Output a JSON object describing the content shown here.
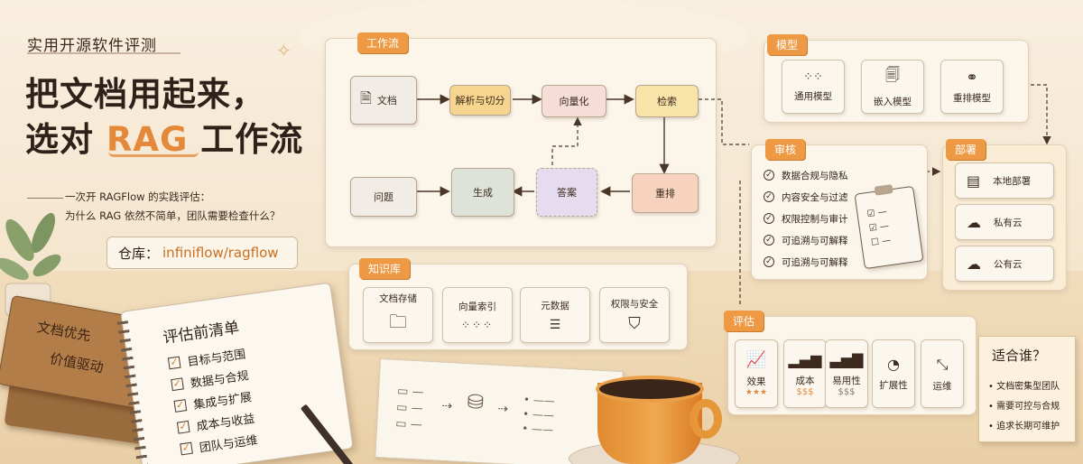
{
  "header": {
    "tag": "实用开源软件评测",
    "title_line1": "把文档用起来，",
    "title_line2_pre": "选对 ",
    "title_line2_accent": "RAG",
    "title_line2_post": " 工作流",
    "subtitle1": "一次开 RAGFlow 的实践评估：",
    "subtitle2": "为什么 RAG 依然不简单，团队需要检查什么？",
    "repo_label": "仓库：",
    "repo_value": "infiniflow/ragflow"
  },
  "workflow": {
    "tag": "工作流",
    "nodes": {
      "doc": "文档",
      "parse": "解析与切分",
      "vector": "向量化",
      "retrieve": "检索",
      "question": "问题",
      "generate": "生成",
      "answer": "答案",
      "rerank": "重排"
    }
  },
  "models": {
    "tag": "模型",
    "items": [
      "通用模型",
      "嵌入模型",
      "重排模型"
    ]
  },
  "review": {
    "tag": "审核",
    "items": [
      "数据合规与隐私",
      "内容安全与过滤",
      "权限控制与审计",
      "可追溯与可解释",
      "可追溯与可解释"
    ]
  },
  "deploy": {
    "tag": "部署",
    "items": [
      "本地部署",
      "私有云",
      "公有云"
    ]
  },
  "knowledge": {
    "tag": "知识库",
    "items": [
      "文档存储",
      "向量索引",
      "元数据",
      "权限与安全"
    ]
  },
  "evaluation": {
    "tag": "评估",
    "items": [
      {
        "label": "效果",
        "rating": "★★★"
      },
      {
        "label": "成本",
        "rating": "$$$"
      },
      {
        "label": "易用性",
        "rating": "$$$"
      },
      {
        "label": "扩展性",
        "rating": ""
      },
      {
        "label": "运维",
        "rating": ""
      }
    ]
  },
  "fit": {
    "title": "适合谁？",
    "items": [
      "• 文档密集型团队",
      "• 需要可控与合规",
      "• 追求长期可维护"
    ]
  },
  "notebook": {
    "title": "评估前清单",
    "items": [
      "目标与范围",
      "数据与合规",
      "集成与扩展",
      "成本与收益",
      "团队与运维"
    ]
  },
  "book": {
    "line1": "文档优先",
    "line2": "价值驱动"
  },
  "colors": {
    "accent": "#ee9a45",
    "accent_text": "#e4893a",
    "node_doc": "#f1ede6",
    "node_parse": "#f7d58e",
    "node_vector": "#f6ddd6",
    "node_retrieve": "#f8e3a8",
    "node_generate": "#dde3d8",
    "node_answer": "#e6dcef",
    "node_rerank": "#f6d2bf"
  }
}
